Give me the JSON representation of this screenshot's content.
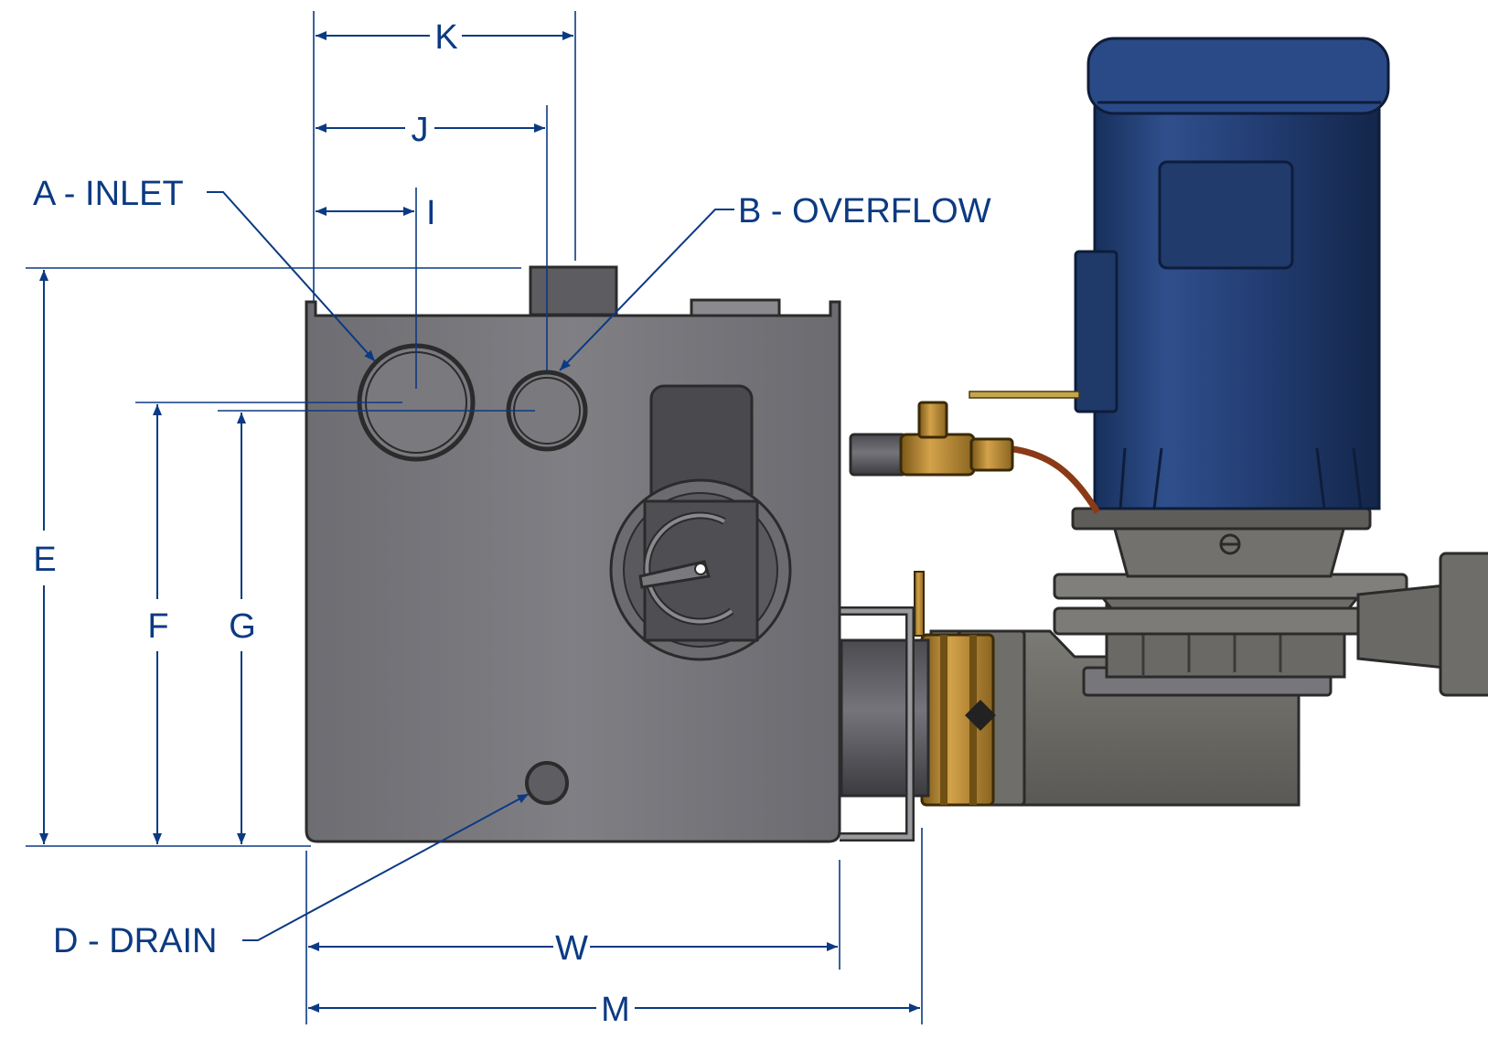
{
  "callouts": {
    "inlet": "A - INLET",
    "overflow": "B - OVERFLOW",
    "drain": "D - DRAIN"
  },
  "dimensions": {
    "e": "E",
    "f": "F",
    "g": "G",
    "i": "I",
    "j": "J",
    "k": "K",
    "w": "W",
    "m": "M"
  },
  "colors": {
    "dimension_blue": "#0b3a82",
    "tank_gray": "#7a797e",
    "motor_blue": "#223f73",
    "pump_gray": "#6b6a66",
    "brass": "#b8862e"
  }
}
